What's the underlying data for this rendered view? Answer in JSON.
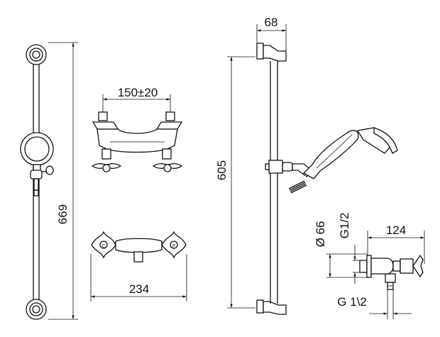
{
  "dimensions": {
    "rail_total_height": "669",
    "rail_bar_height": "605",
    "wall_projection": "68",
    "inlet_center_distance": "150±20",
    "body_width": "234",
    "connection_diameter": "Ø 66",
    "inlet_thread": "G1/2",
    "outlet_thread": "G 1\\2",
    "side_depth": "124"
  }
}
